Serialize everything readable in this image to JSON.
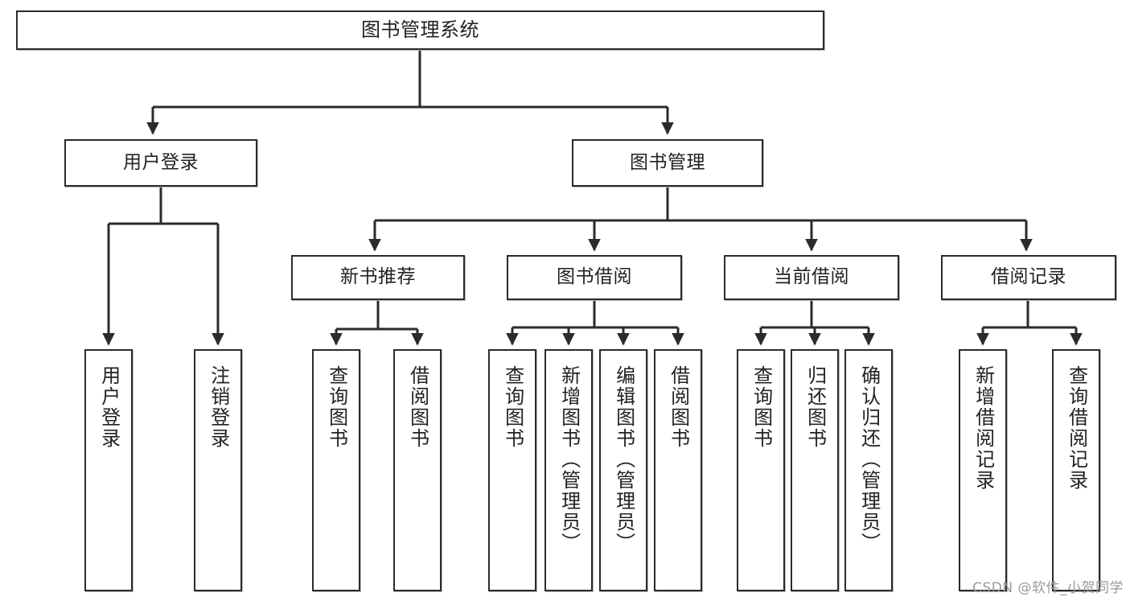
{
  "diagram": {
    "title": "图书管理系统",
    "type": "tree-hierarchy",
    "watermark": "CSDN @软件_小贺同学",
    "colors": {
      "box_border": "#2b2b2b",
      "box_fill": "#ffffff",
      "edge": "#2b2b2b",
      "text": "#222222",
      "watermark": "#9a9a9a"
    },
    "levels": [
      {
        "level": 1,
        "nodes": [
          {
            "id": "root",
            "label": "图书管理系统",
            "orientation": "horizontal"
          }
        ]
      },
      {
        "level": 2,
        "nodes": [
          {
            "id": "user-login",
            "label": "用户登录",
            "orientation": "horizontal",
            "parent": "root"
          },
          {
            "id": "book-manage",
            "label": "图书管理",
            "orientation": "horizontal",
            "parent": "root"
          }
        ]
      },
      {
        "level": 3,
        "nodes": [
          {
            "id": "new-book-rec",
            "label": "新书推荐",
            "orientation": "horizontal",
            "parent": "book-manage"
          },
          {
            "id": "book-borrow",
            "label": "图书借阅",
            "orientation": "horizontal",
            "parent": "book-manage"
          },
          {
            "id": "current-borrow",
            "label": "当前借阅",
            "orientation": "horizontal",
            "parent": "book-manage"
          },
          {
            "id": "borrow-record",
            "label": "借阅记录",
            "orientation": "horizontal",
            "parent": "book-manage"
          }
        ]
      },
      {
        "level": 4,
        "nodes": [
          {
            "id": "leaf-user-login",
            "label": "用户登录",
            "orientation": "vertical",
            "parent": "user-login"
          },
          {
            "id": "leaf-logout",
            "label": "注销登录",
            "orientation": "vertical",
            "parent": "user-login"
          },
          {
            "id": "leaf-query-book-1",
            "label": "查询图书",
            "orientation": "vertical",
            "parent": "new-book-rec"
          },
          {
            "id": "leaf-borrow-book-1",
            "label": "借阅图书",
            "orientation": "vertical",
            "parent": "new-book-rec"
          },
          {
            "id": "leaf-query-book-2",
            "label": "查询图书",
            "orientation": "vertical",
            "parent": "book-borrow"
          },
          {
            "id": "leaf-add-book",
            "label": "新增图书（管理员）",
            "orientation": "vertical",
            "parent": "book-borrow"
          },
          {
            "id": "leaf-edit-book",
            "label": "编辑图书（管理员）",
            "orientation": "vertical",
            "parent": "book-borrow"
          },
          {
            "id": "leaf-borrow-book-2",
            "label": "借阅图书",
            "orientation": "vertical",
            "parent": "book-borrow"
          },
          {
            "id": "leaf-query-book-3",
            "label": "查询图书",
            "orientation": "vertical",
            "parent": "current-borrow"
          },
          {
            "id": "leaf-return-book",
            "label": "归还图书",
            "orientation": "vertical",
            "parent": "current-borrow"
          },
          {
            "id": "leaf-confirm-return",
            "label": "确认归还（管理员）",
            "orientation": "vertical",
            "parent": "current-borrow"
          },
          {
            "id": "leaf-add-record",
            "label": "新增借阅记录",
            "orientation": "vertical",
            "parent": "borrow-record"
          },
          {
            "id": "leaf-query-record",
            "label": "查询借阅记录",
            "orientation": "vertical",
            "parent": "borrow-record"
          }
        ]
      }
    ]
  }
}
